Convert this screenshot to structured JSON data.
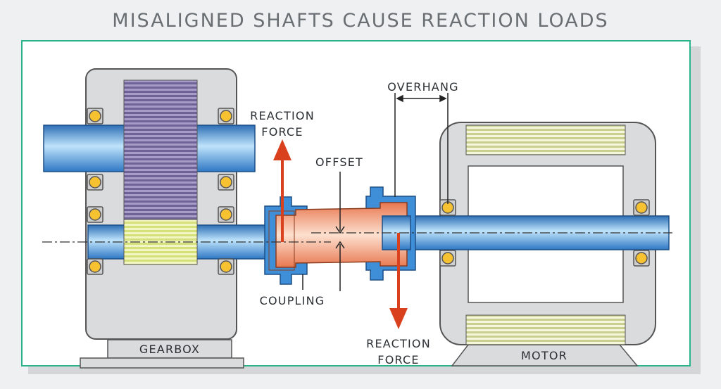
{
  "title": "MISALIGNED SHAFTS CAUSE REACTION LOADS",
  "labels": {
    "reaction_force_top_line1": "REACTION",
    "reaction_force_top_line2": "FORCE",
    "offset": "OFFSET",
    "overhang": "OVERHANG",
    "coupling": "COUPLING",
    "reaction_force_bottom_line1": "REACTION",
    "reaction_force_bottom_line2": "FORCE",
    "gearbox": "GEARBOX",
    "motor": "MOTOR"
  },
  "colors": {
    "frame_border": "#2bb38c",
    "housing": "#d9dbdd",
    "shaft": "#5aa8e6",
    "coupling_sleeve": "#f28d66",
    "coupling_hub": "#3f8fd8",
    "gear": "#8a7fb0",
    "gear_mesh": "#e8f0a8",
    "bearing": "#f6c232",
    "force_arrow": "#d9411e",
    "winding": "#eef0c8"
  }
}
